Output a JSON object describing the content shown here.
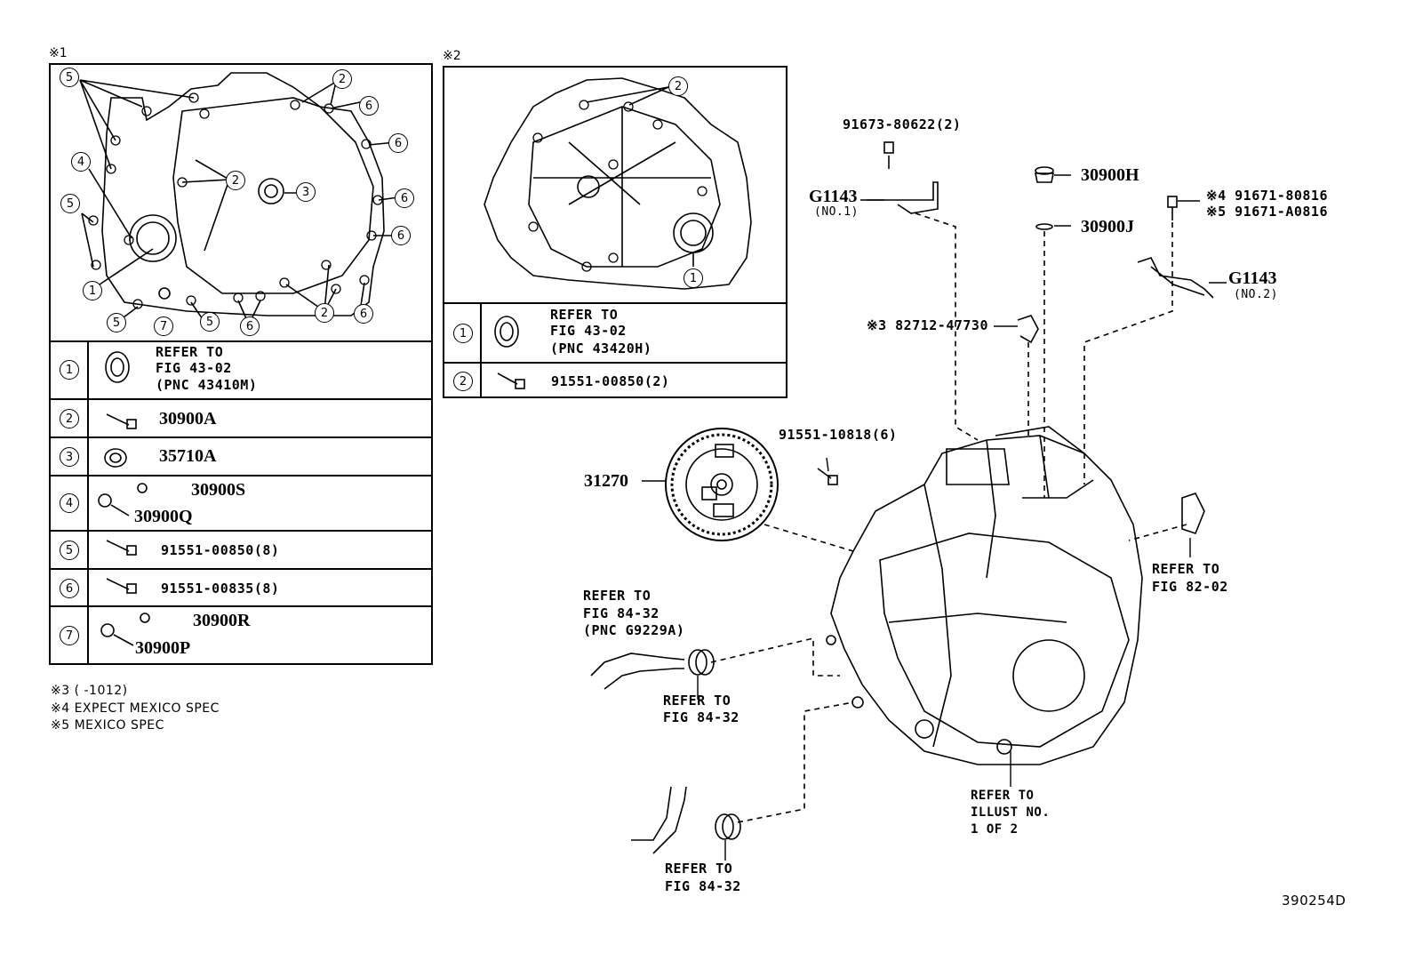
{
  "panel1": {
    "mark": "※1",
    "callouts": [
      "5",
      "2",
      "6",
      "6",
      "4",
      "2",
      "3",
      "6",
      "5",
      "6",
      "1",
      "5",
      "7",
      "5",
      "6",
      "2",
      "6"
    ],
    "table": [
      {
        "num": "1",
        "lines": [
          "REFER TO",
          "FIG 43-02",
          "(PNC 43410M)"
        ]
      },
      {
        "num": "2",
        "part": "30900A"
      },
      {
        "num": "3",
        "part": "35710A"
      },
      {
        "num": "4",
        "part_a": "30900S",
        "part_b": "30900Q"
      },
      {
        "num": "5",
        "part": "91551-00850(8)"
      },
      {
        "num": "6",
        "part": "91551-00835(8)"
      },
      {
        "num": "7",
        "part_a": "30900R",
        "part_b": "30900P"
      }
    ]
  },
  "panel2": {
    "mark": "※2",
    "callouts": [
      "2",
      "1"
    ],
    "table": [
      {
        "num": "1",
        "lines": [
          "REFER TO",
          "FIG 43-02",
          "(PNC 43420H)"
        ]
      },
      {
        "num": "2",
        "part": "91551-00850(2)"
      }
    ]
  },
  "notes": [
    "※3 (      -1012)",
    "※4 EXPECT MEXICO SPEC",
    "※5 MEXICO SPEC"
  ],
  "main": {
    "bolt_top": "91673-80622(2)",
    "g1143_no1": "G1143",
    "g1143_no1_sub": "(NO.1)",
    "p30900H": "30900H",
    "p30900J": "30900J",
    "opt4": "※4 91671-80816",
    "opt5": "※5 91671-A0816",
    "g1143_no2": "G1143",
    "g1143_no2_sub": "(NO.2)",
    "clip": "※3 82712-47730",
    "bolt_plate": "91551-10818(6)",
    "plate": "31270",
    "ref_82_02": [
      "REFER TO",
      "FIG 82-02"
    ],
    "ref_hose_top": [
      "REFER TO",
      "FIG 84-32",
      "(PNC G9229A)"
    ],
    "ref_clamp_1": [
      "REFER TO",
      "FIG 84-32"
    ],
    "ref_illust": [
      "REFER TO",
      "ILLUST NO.",
      "1 OF 2"
    ],
    "ref_clamp_2": [
      "REFER TO",
      "FIG 84-32"
    ],
    "code": "390254D"
  }
}
